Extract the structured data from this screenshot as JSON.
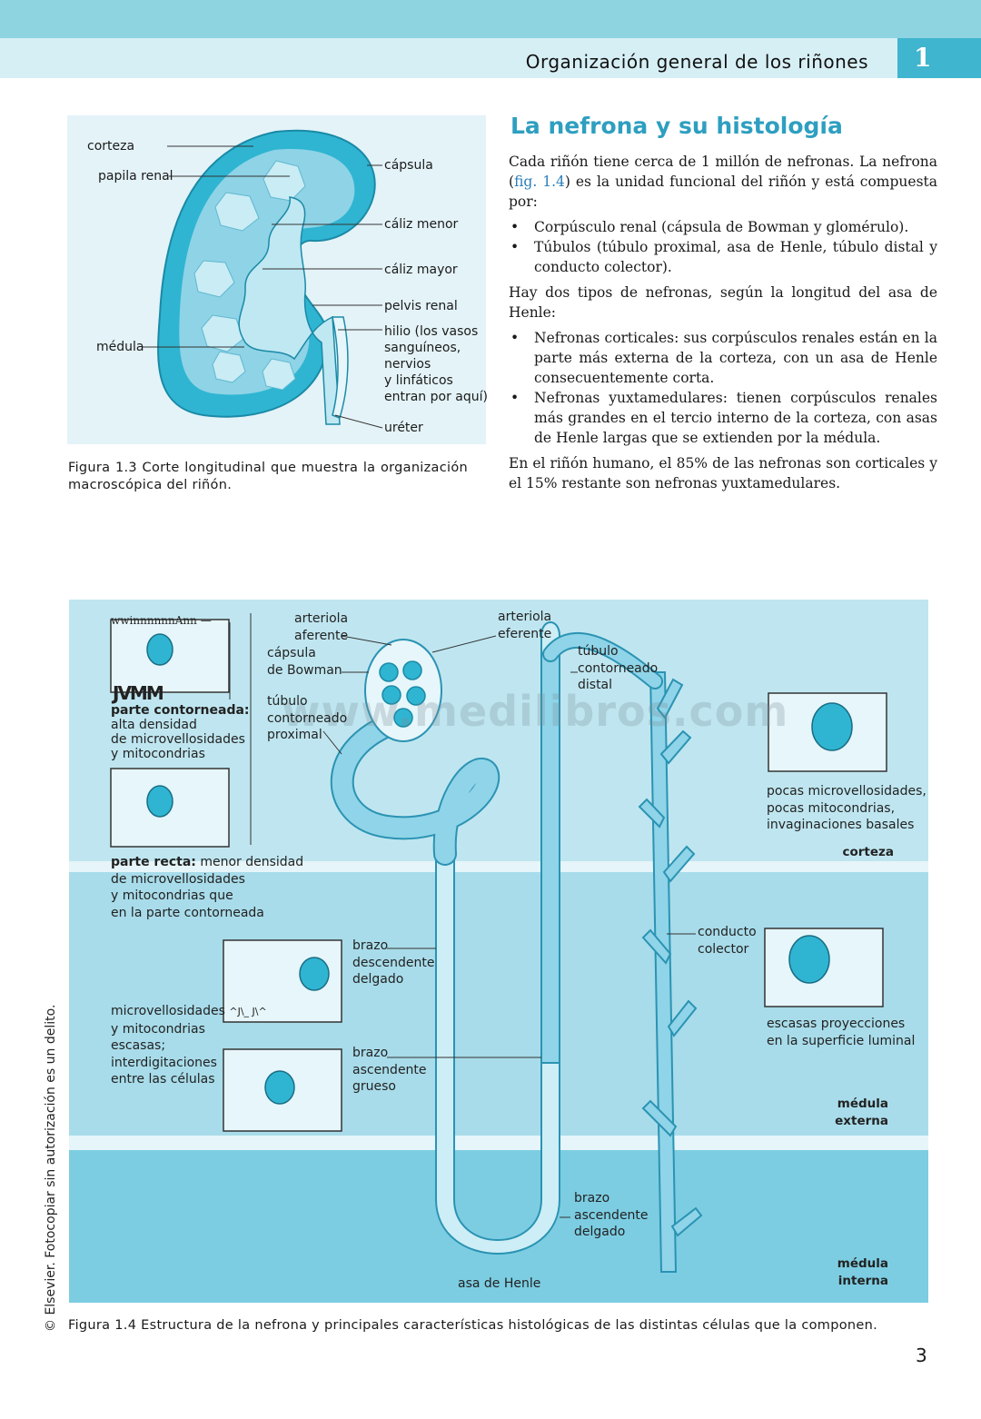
{
  "header": {
    "running_title": "Organización general de los riñones",
    "chapter_number": "1"
  },
  "figure_1_3": {
    "labels": {
      "corteza": "corteza",
      "papila": "papila renal",
      "capsula": "cápsula",
      "caliz_menor": "cáliz menor",
      "caliz_mayor": "cáliz mayor",
      "pelvis": "pelvis renal",
      "hilio": [
        "hilio (los vasos",
        "sanguíneos,",
        "nervios",
        "y linfáticos",
        "entran por aquí)"
      ],
      "medula": "médula",
      "ureter": "uréter"
    },
    "caption": "Figura 1.3 Corte longitudinal que muestra la organización macroscópica del riñón."
  },
  "section": {
    "title": "La nefrona y su histología",
    "p1_a": "Cada riñón tiene cerca de 1 millón de nefronas. La nefrona (",
    "p1_ref": "fig. 1.4",
    "p1_b": ") es la unidad funcional del riñón y está compuesta por:",
    "list1": [
      "Corpúsculo renal (cápsula de Bowman y glomérulo).",
      "Túbulos (túbulo proximal, asa de Henle, túbulo distal y conducto colector)."
    ],
    "p2": "Hay dos tipos de nefronas, según la longitud del asa de Henle:",
    "list2": [
      "Nefronas corticales: sus corpúsculos renales están en la parte más externa de la corteza, con un asa de Henle consecuentemente corta.",
      "Nefronas yuxtamedulares: tienen corpúsculos renales más grandes en el tercio interno de la corteza, con asas de Henle largas que se extienden por la médula."
    ],
    "p3": "En el riñón humano, el 85% de las nefronas son corticales y el 15% restante son nefronas yuxtamedulares."
  },
  "figure_1_4": {
    "watermark": "www.medilibros.com",
    "scan_noise_1": "wwinnnnnnAnn —",
    "scan_noise_2": "JVMM",
    "scan_noise_3": "^J\\_  J\\^",
    "arteriola_aferente": [
      "arteriola",
      "aferente"
    ],
    "arteriola_eferente": [
      "arteriola",
      "eferente"
    ],
    "capsula_bowman": [
      "cápsula",
      "de Bowman"
    ],
    "tubulo_proximal": [
      "túbulo",
      "contorneado",
      "proximal"
    ],
    "tubulo_distal": [
      "túbulo",
      "contorneado",
      "distal"
    ],
    "contorneada_title": "parte contorneada:",
    "contorneada_desc": [
      "alta densidad",
      "de microvellosidades",
      "y mitocondrias"
    ],
    "recta_title": "parte recta:",
    "recta_desc_first": " menor densidad",
    "recta_desc": [
      "de microvellosidades",
      "y mitocondrias que",
      "en la parte contorneada"
    ],
    "delgado_desc": [
      "microvellosidades",
      "y mitocondrias",
      "escasas;",
      "interdigitaciones",
      "entre las células"
    ],
    "brazo_desc_delgado": [
      "brazo",
      "descendente",
      "delgado"
    ],
    "brazo_asc_grueso": [
      "brazo",
      "ascendente",
      "grueso"
    ],
    "brazo_asc_delgado": [
      "brazo",
      "ascendente",
      "delgado"
    ],
    "asa_henle": "asa de Henle",
    "conducto_colector": [
      "conducto",
      "colector"
    ],
    "distal_cell_desc": [
      "pocas microvellosidades,",
      "pocas mitocondrias,",
      "invaginaciones basales"
    ],
    "colector_cell_desc": [
      "escasas proyecciones",
      "en la superficie luminal"
    ],
    "zones": {
      "corteza": "corteza",
      "medula_externa": [
        "médula",
        "externa"
      ],
      "medula_interna": [
        "médula",
        "interna"
      ]
    },
    "caption": "Figura 1.4 Estructura de la nefrona y principales características histológicas de las distintas células que la componen."
  },
  "side_notice": "© Elsevier. Fotocopiar sin autorización es un delito.",
  "page_number": "3"
}
